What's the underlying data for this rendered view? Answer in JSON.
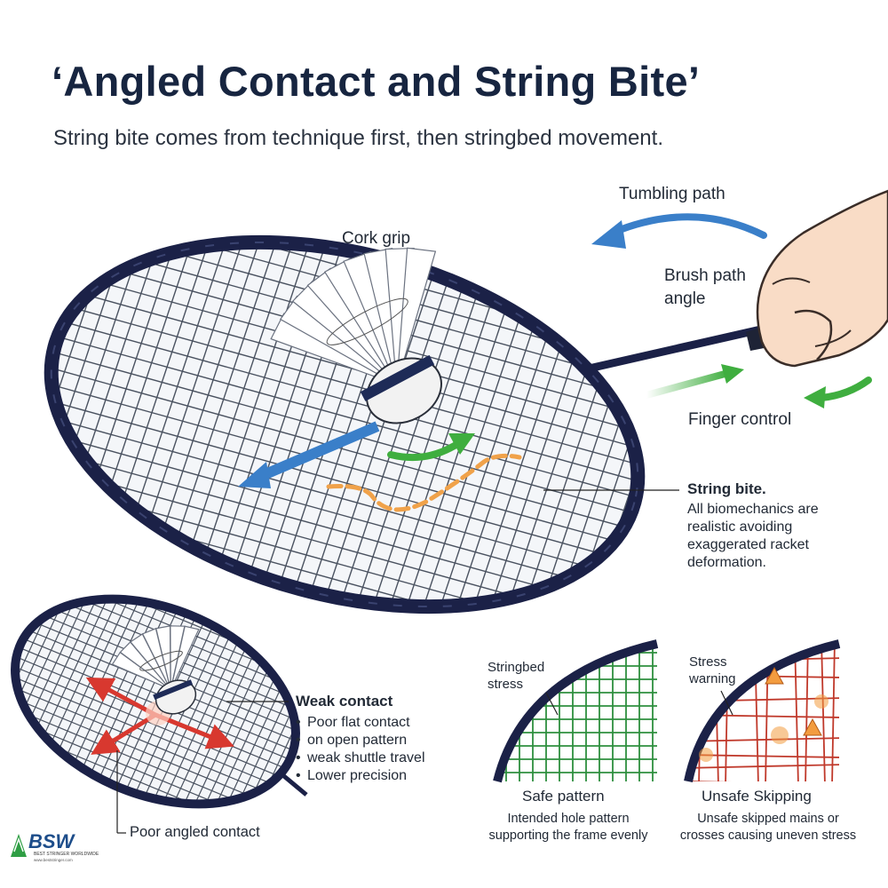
{
  "header": {
    "title": "‘Angled Contact and String Bite’",
    "subtitle": "String bite comes from technique first, then stringbed movement."
  },
  "main_diagram": {
    "label_cork_grip": "Cork grip",
    "label_tumbling_path": "Tumbling path",
    "label_brush_path_1": "Brush path",
    "label_brush_path_2": "angle",
    "label_finger_control": "Finger control",
    "callout_title": "String bite.",
    "callout_lines": [
      "All biomechanics are",
      "realistic avoiding",
      "exaggerated racket",
      "deformation."
    ]
  },
  "weak_contact_panel": {
    "title": "Weak contact",
    "bullets": [
      "Poor flat contact",
      "on open pattern",
      "weak shuttle travel",
      "Lower precision"
    ],
    "bottom_label": "Poor angled contact"
  },
  "safe_panel": {
    "top_label_1": "Stringbed",
    "top_label_2": "stress",
    "title": "Safe pattern",
    "desc_1": "Intended hole pattern",
    "desc_2": "supporting the frame evenly"
  },
  "unsafe_panel": {
    "top_label_1": "Stress",
    "top_label_2": "warning",
    "title": "Unsafe Skipping",
    "desc_1": "Unsafe skipped mains or",
    "desc_2": "crosses causing uneven stress"
  },
  "logo": {
    "text": "BSW",
    "sub": "BEST STRINGER WORLDWIDE",
    "sub2": "www.beststringer.com"
  },
  "colors": {
    "frame": "#1b2147",
    "arrow_blue": "#3a7fc9",
    "arrow_green": "#3fae3f",
    "arrow_orange": "#f0a24a",
    "arrow_red": "#d8382f",
    "safe_strings": "#2e8f3e",
    "unsafe_strings": "#c0392b",
    "title_navy": "#172540"
  }
}
